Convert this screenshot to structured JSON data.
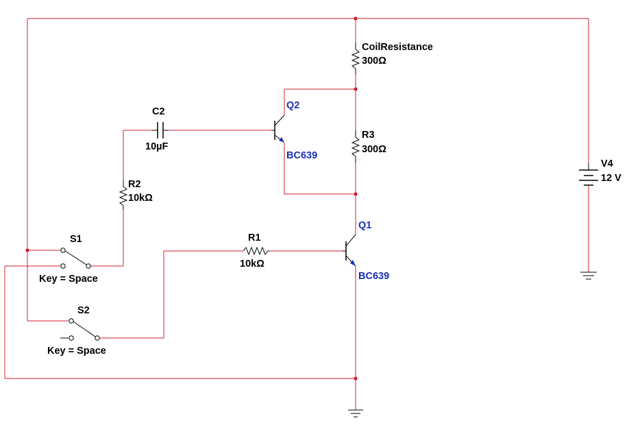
{
  "components": {
    "coil": {
      "name": "CoilResistance",
      "value": "300Ω"
    },
    "r3": {
      "name": "R3",
      "value": "300Ω"
    },
    "r2": {
      "name": "R2",
      "value": "10kΩ"
    },
    "r1": {
      "name": "R1",
      "value": "10kΩ"
    },
    "c2": {
      "name": "C2",
      "value": "10µF"
    },
    "q2": {
      "name": "Q2",
      "model": "BC639"
    },
    "q1": {
      "name": "Q1",
      "model": "BC639"
    },
    "v4": {
      "name": "V4",
      "value": "12 V"
    },
    "s1": {
      "name": "S1",
      "key": "Key = Space"
    },
    "s2": {
      "name": "S2",
      "key": "Key = Space"
    }
  },
  "colors": {
    "wire": "#d2202a",
    "symbol": "#000000",
    "transistor_label": "#1b2fb3"
  }
}
